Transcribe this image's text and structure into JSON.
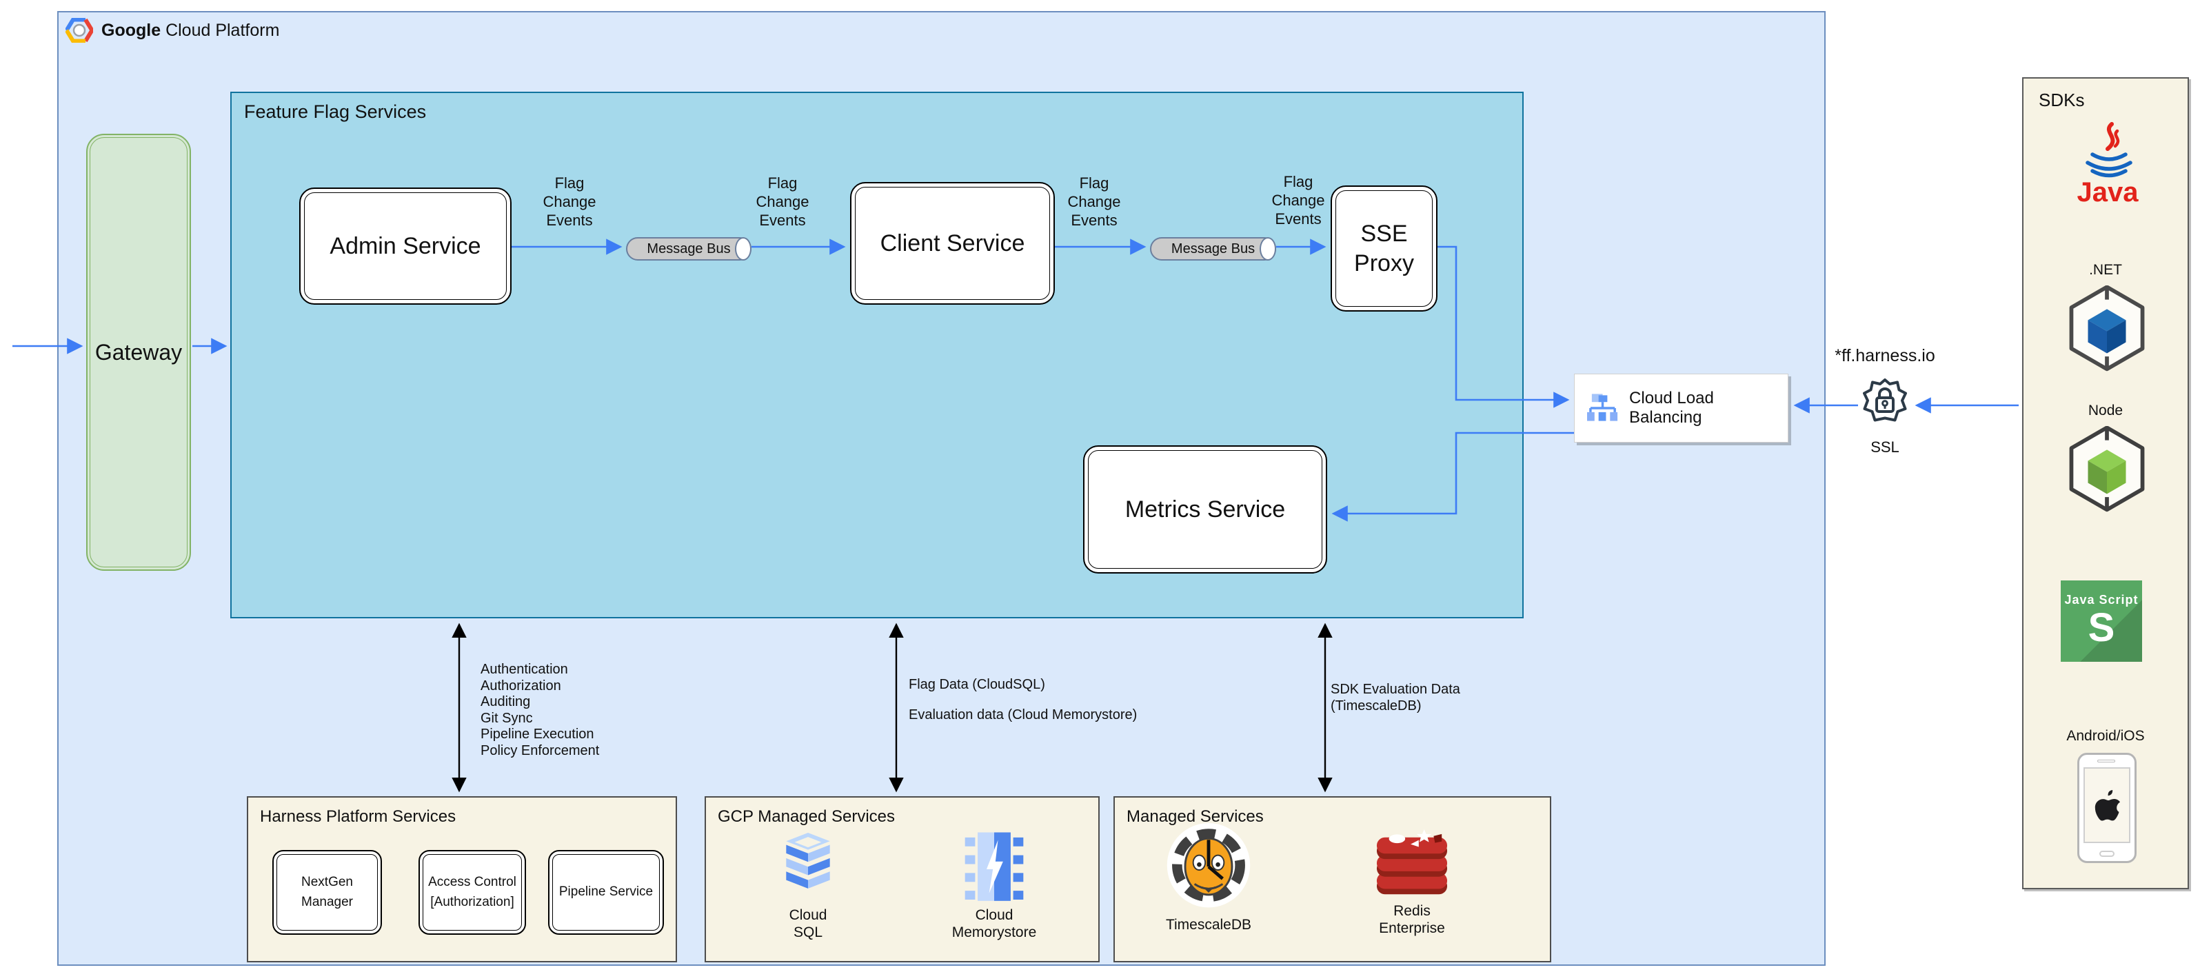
{
  "header": {
    "brand_bold": "Google",
    "brand_rest": "Cloud Platform"
  },
  "gateway": {
    "label": "Gateway"
  },
  "ffs": {
    "title": "Feature Flag Services",
    "admin": "Admin Service",
    "client": "Client Service",
    "sse_line1": "SSE",
    "sse_line2": "Proxy",
    "metrics": "Metrics Service",
    "message_bus": "Message Bus",
    "flag_change": [
      "Flag",
      "Change",
      "Events"
    ]
  },
  "clb": {
    "label": "Cloud Load Balancing"
  },
  "external": {
    "domain": "*ff.harness.io",
    "ssl": "SSL"
  },
  "sdks": {
    "title": "SDKs",
    "java_word": "Java",
    "dotnet": ".NET",
    "node": "Node",
    "js_title": "Java Script",
    "js_letter": "S",
    "android_ios": "Android/iOS"
  },
  "annotations": {
    "harness_list": [
      "Authentication",
      "Authorization",
      "Auditing",
      "Git Sync",
      "Pipeline Execution",
      "Policy Enforcement"
    ],
    "flag_data": "Flag Data (CloudSQL)",
    "eval_data": "Evaluation data (Cloud Memorystore)",
    "sdk_eval_line1": "SDK Evaluation Data",
    "sdk_eval_line2": "(TimescaleDB)"
  },
  "panels": {
    "harness": {
      "title": "Harness Platform Services",
      "boxes": [
        {
          "line1": "NextGen Manager",
          "line2": ""
        },
        {
          "line1": "Access Control",
          "line2": "[Authorization]"
        },
        {
          "line1": "Pipeline Service",
          "line2": ""
        }
      ]
    },
    "gcp_managed": {
      "title": "GCP Managed Services",
      "items": [
        {
          "line1": "Cloud",
          "line2": "SQL"
        },
        {
          "line1": "Cloud",
          "line2": "Memorystore"
        }
      ]
    },
    "managed": {
      "title": "Managed Services",
      "items": [
        {
          "line1": "TimescaleDB",
          "line2": ""
        },
        {
          "line1": "Redis",
          "line2": "Enterprise"
        }
      ]
    }
  },
  "colors": {
    "accent_blue": "#3d7cf5",
    "gcp_fill": "#dbe9fb",
    "gcp_border": "#6c8ebf",
    "ffs_fill": "#a5d9eb",
    "ffs_border": "#10739e",
    "gateway_fill": "#d5e8d4",
    "gateway_border": "#82b366",
    "panel_fill": "#f7f3e4",
    "panel_border": "#4d4d4d",
    "bus_fill": "#cbcbcb",
    "bus_border": "#6b7f9e"
  }
}
